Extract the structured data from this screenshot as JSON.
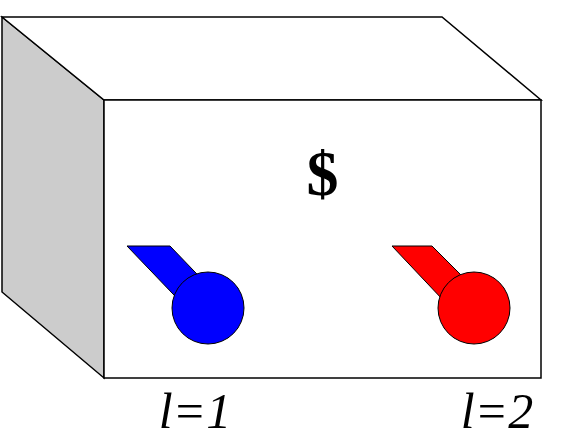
{
  "diagram": {
    "nodes": [
      {
        "text": [
          "$"
        ]
      }
    ],
    "labels": [
      "l=1",
      "l=2"
    ]
  }
}
